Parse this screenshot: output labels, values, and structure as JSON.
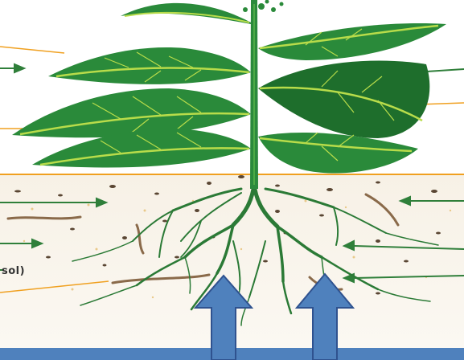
{
  "diagram": {
    "partial_label": "sol)",
    "colors": {
      "leaf": "#2a8a3a",
      "leaf_dark": "#1e6e2c",
      "leaf_vein": "#b8dc4a",
      "stem": "#2b8a3c",
      "root": "#2b7a36",
      "soil_line": "#f0a020",
      "soil_bg": "#f7f1e6",
      "arrow_fill": "#4f81bd",
      "arrow_stroke": "#2f528f",
      "bottom_bar": "#4f81bd",
      "pointer_arrow": "#2f7f3a"
    },
    "elements": [
      "plant",
      "stem",
      "leaf",
      "root-system",
      "soil",
      "input-arrow",
      "pointer-arrow",
      "bottom-bar"
    ]
  }
}
